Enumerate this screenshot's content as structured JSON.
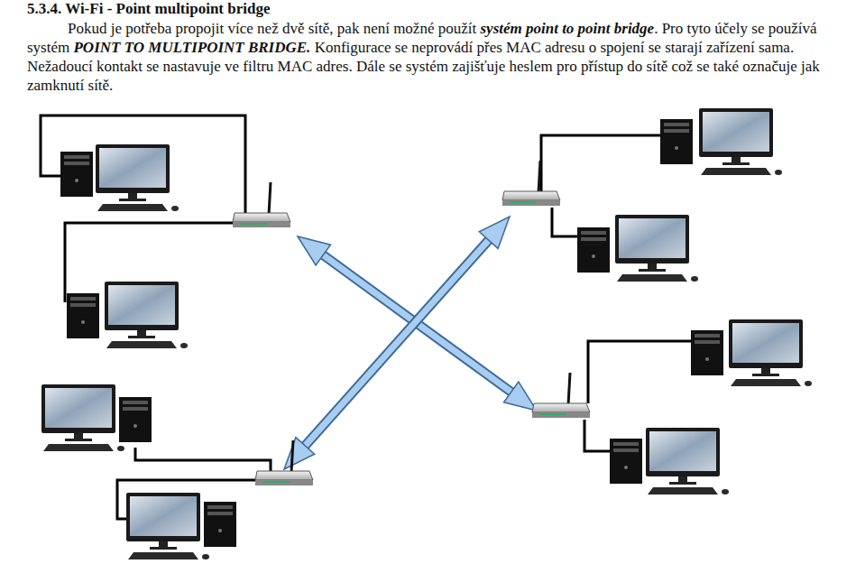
{
  "diagram": {
    "title": "5.3.4. Wi-Fi - Point multipoint bridge",
    "labels": [
      "Pokud je potřeba propojit více než dvě sítě, pak není možné použít",
      "systém point to point bridge",
      ". Pro tyto účely se používá systém",
      "POINT TO MULTIPOINT BRIDGE.",
      "Konfigurace se neprovádí přes MAC adresu o spojení se starají zařízení sama. Nežadoucí kontakt se nastavuje ve filtru MAC adres. Dále se systém zajišťuje heslem pro přístup do sítě což se také označuje jak zamknutí sítě."
    ]
  }
}
